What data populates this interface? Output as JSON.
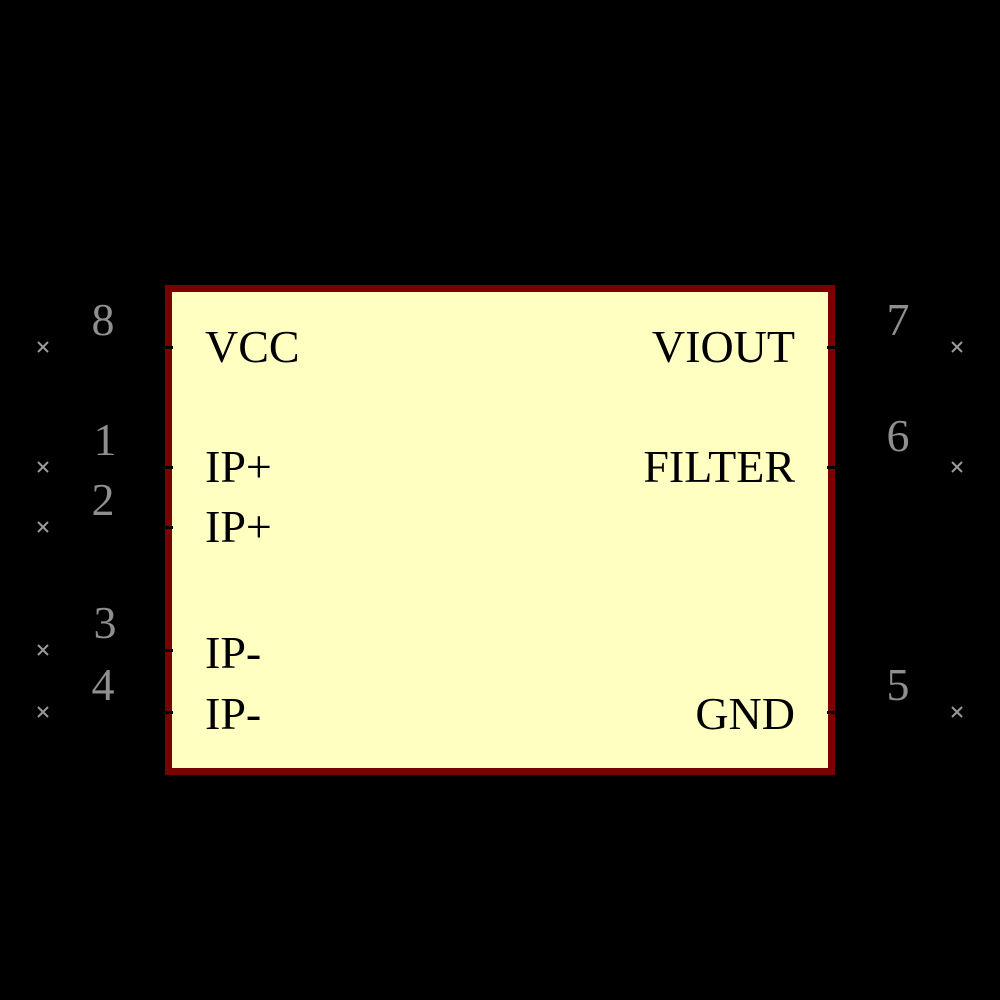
{
  "colors": {
    "background": "#000000",
    "body_fill": "#FFFFC2",
    "body_border": "#7A0000",
    "pin_number": "#8F8F8F",
    "pin_label": "#000000"
  },
  "pins": {
    "left": [
      {
        "number": "8",
        "label": "VCC"
      },
      {
        "number": "1",
        "label": "IP+"
      },
      {
        "number": "2",
        "label": "IP+"
      },
      {
        "number": "3",
        "label": "IP-"
      },
      {
        "number": "4",
        "label": "IP-"
      }
    ],
    "right": [
      {
        "number": "7",
        "label": "VIOUT"
      },
      {
        "number": "6",
        "label": "FILTER"
      },
      {
        "number": "5",
        "label": "GND"
      }
    ]
  }
}
